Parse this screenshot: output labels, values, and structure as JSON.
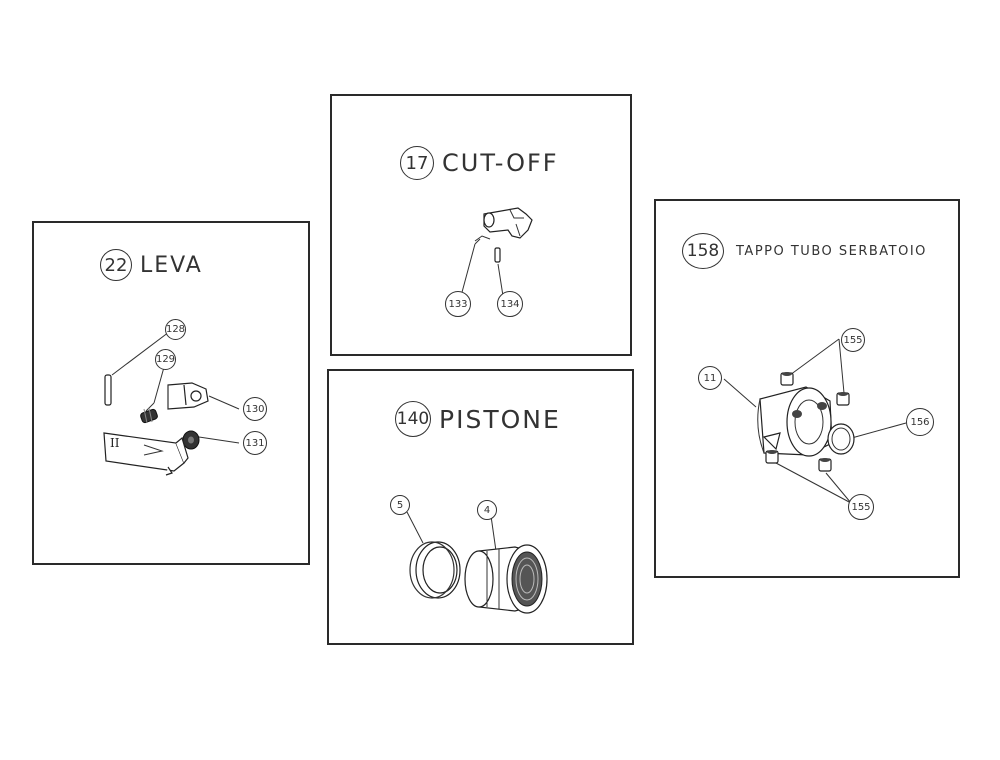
{
  "panels": {
    "leva": {
      "number": "22",
      "title": "LEVA",
      "callouts": [
        "128",
        "129",
        "130",
        "131"
      ]
    },
    "cutoff": {
      "number": "17",
      "title": "CUT-OFF",
      "callouts": [
        "133",
        "134"
      ]
    },
    "pistone": {
      "number": "140",
      "title": "PISTONE",
      "callouts": [
        "5",
        "4"
      ]
    },
    "tappo": {
      "number": "158",
      "title": "TAPPO TUBO SERBATOIO",
      "callouts": [
        "155",
        "11",
        "156",
        "155"
      ]
    }
  },
  "labels": {
    "lever_mark": "II"
  }
}
